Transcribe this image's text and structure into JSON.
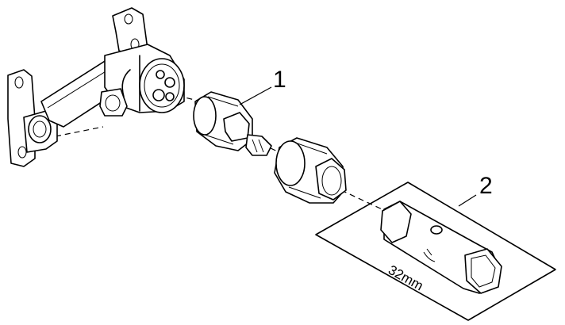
{
  "callouts": {
    "cartridge": "1",
    "tool": "2"
  },
  "tool_size_label": "32mm"
}
